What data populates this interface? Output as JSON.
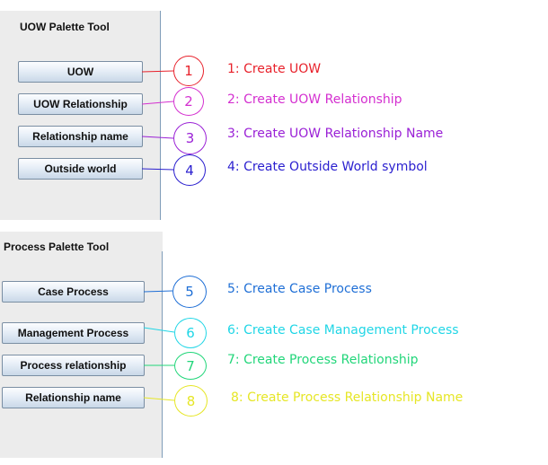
{
  "uow_panel": {
    "title": "UOW Palette Tool",
    "buttons": [
      "UOW",
      "UOW Relationship",
      "Relationship name",
      "Outside world"
    ]
  },
  "process_panel": {
    "title": "Process Palette Tool",
    "buttons": [
      "Case Process",
      "Management Process",
      "Process relationship",
      "Relationship name"
    ]
  },
  "markers": [
    "1",
    "2",
    "3",
    "4",
    "5",
    "6",
    "7",
    "8"
  ],
  "captions": [
    "1: Create UOW",
    "2: Create UOW Relationship",
    "3: Create UOW Relationship Name",
    "4: Create Outside World symbol",
    "5: Create Case Process",
    "6: Create Case Management Process",
    "7: Create Process Relationship",
    "8:  Create Process Relationship Name"
  ],
  "colors": [
    "#e8212b",
    "#d42fd0",
    "#9a20d6",
    "#2a1fcf",
    "#1f6fd6",
    "#20d6e6",
    "#22d67a",
    "#e6e626"
  ]
}
